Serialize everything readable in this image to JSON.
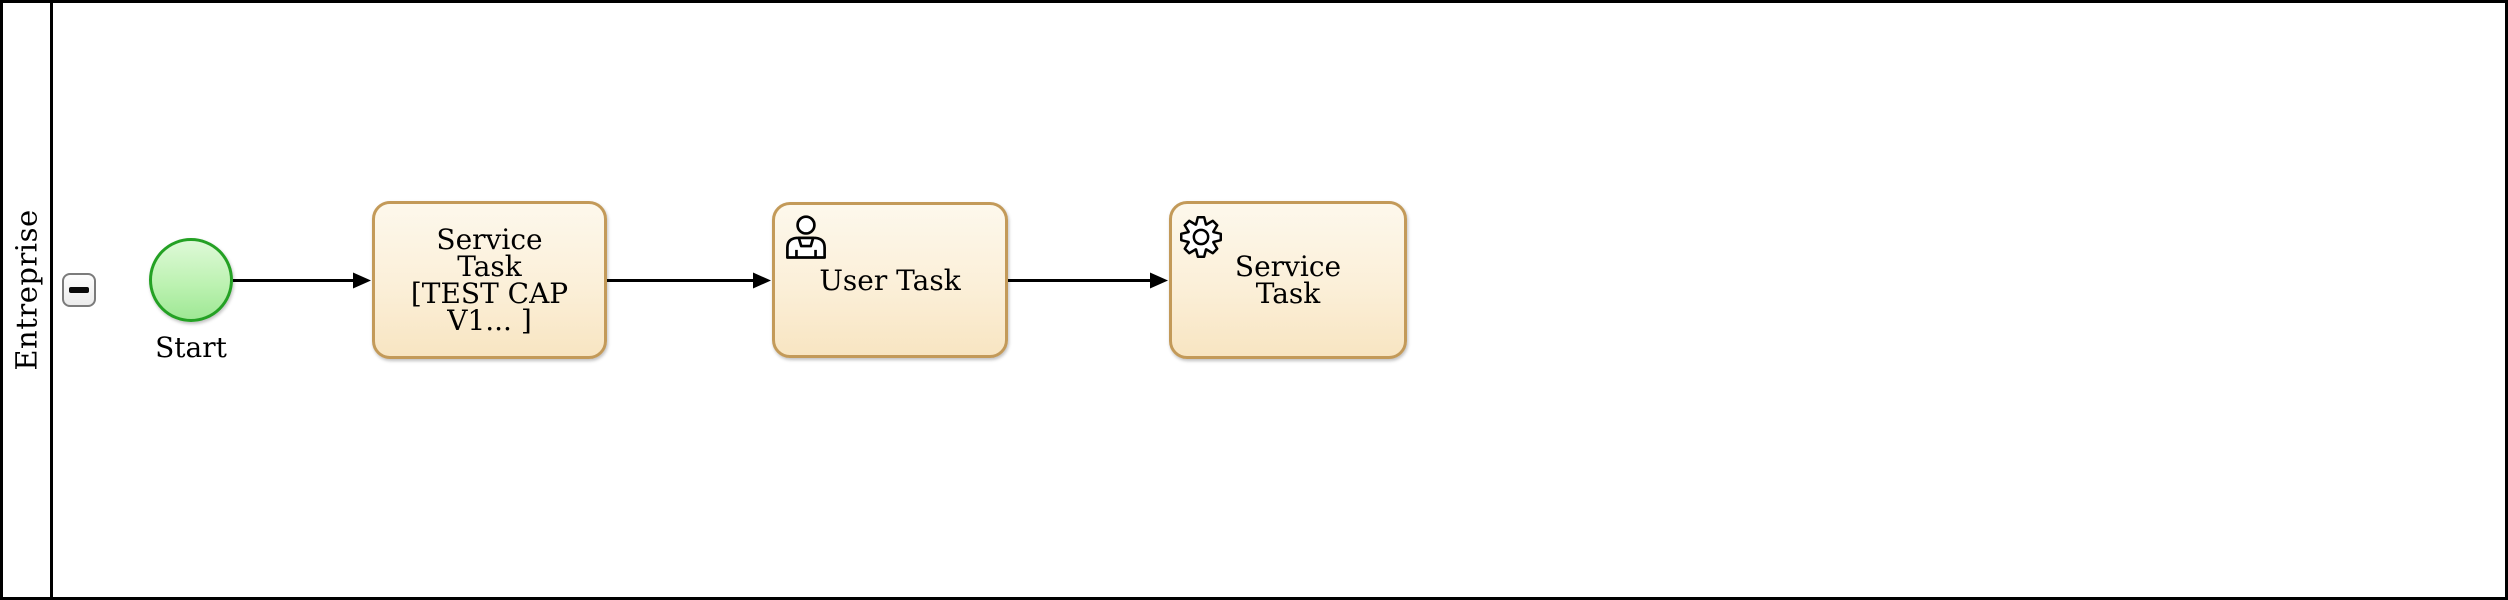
{
  "pool": {
    "lane_label": "Entreprise",
    "collapse_button": {
      "icon": "minus-icon"
    }
  },
  "process": {
    "start_event": {
      "label": "Start"
    },
    "tasks": [
      {
        "name": "service-task-1",
        "icon": null,
        "lines": [
          "Service",
          "Task",
          "[TEST CAP",
          "V1... ]"
        ]
      },
      {
        "name": "user-task",
        "icon": "user-icon",
        "lines": [
          "User Task"
        ]
      },
      {
        "name": "service-task-2",
        "icon": "gear-icon",
        "lines": [
          "Service",
          "Task"
        ]
      }
    ],
    "flows": [
      {
        "from": "start-event",
        "to": "service-task-1"
      },
      {
        "from": "service-task-1",
        "to": "user-task"
      },
      {
        "from": "user-task",
        "to": "service-task-2"
      }
    ]
  },
  "colors": {
    "pool_border": "#000000",
    "task_border": "#c39a59",
    "task_fill_top": "#fdf8ec",
    "task_fill_bottom": "#f8e5c2",
    "event_border": "#24a124",
    "event_fill_top": "#def9d7",
    "event_fill_bottom": "#9fe895",
    "arrow": "#000000",
    "button_border": "#7b7b7b",
    "button_fill": "#f5f5f5",
    "text": "#000000"
  }
}
